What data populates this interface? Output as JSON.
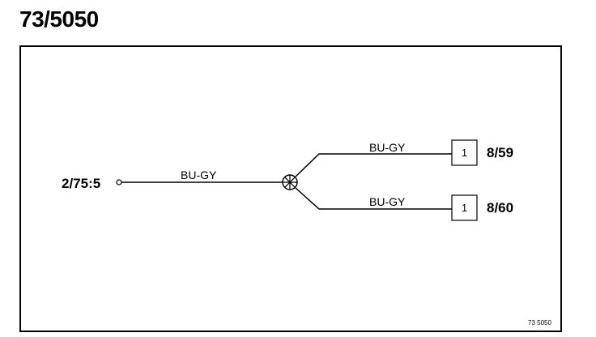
{
  "title": "73/5050",
  "source": {
    "label": "2/75:5"
  },
  "wires": {
    "main": {
      "color_code": "BU-GY"
    },
    "upper": {
      "color_code": "BU-GY"
    },
    "lower": {
      "color_code": "BU-GY"
    }
  },
  "connectors": [
    {
      "pin": "1",
      "label": "8/59"
    },
    {
      "pin": "1",
      "label": "8/60"
    }
  ],
  "diagram_code": "73 5050",
  "colors": {
    "line": "#000000",
    "background": "#ffffff"
  }
}
